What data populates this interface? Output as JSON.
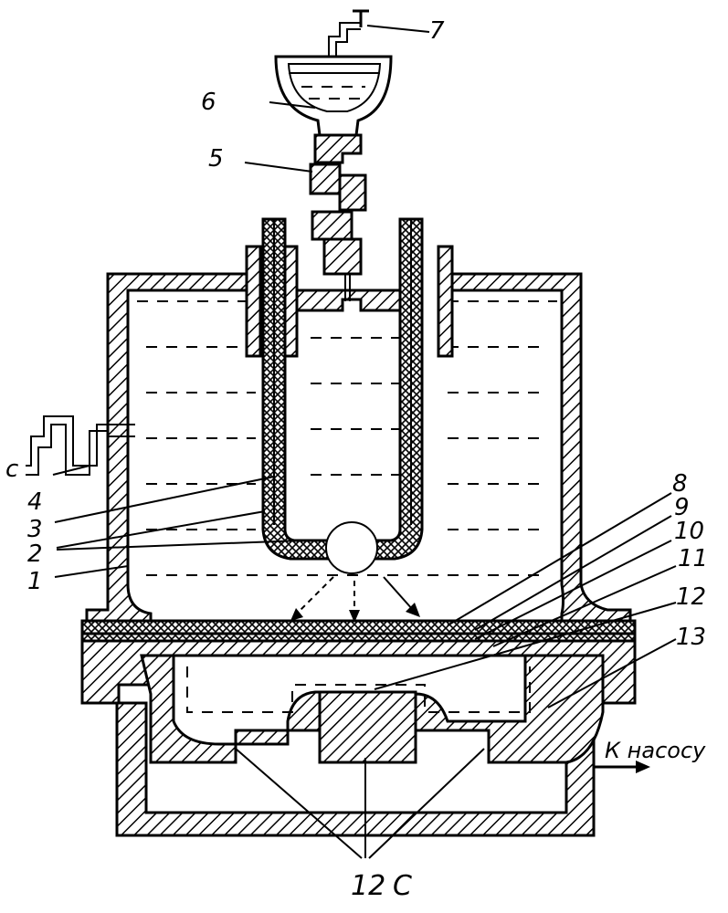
{
  "figure": {
    "labels": {
      "l1": "1",
      "l2": "2",
      "l3": "3",
      "l4": "4",
      "l5": "5",
      "l6": "6",
      "l7": "7",
      "l8": "8",
      "l9": "9",
      "l10": "10",
      "l11": "11",
      "l12a": "12",
      "l13": "13",
      "l12b": "12",
      "c_top": "с",
      "c_bottom": "С",
      "pump": "К насосу"
    }
  }
}
